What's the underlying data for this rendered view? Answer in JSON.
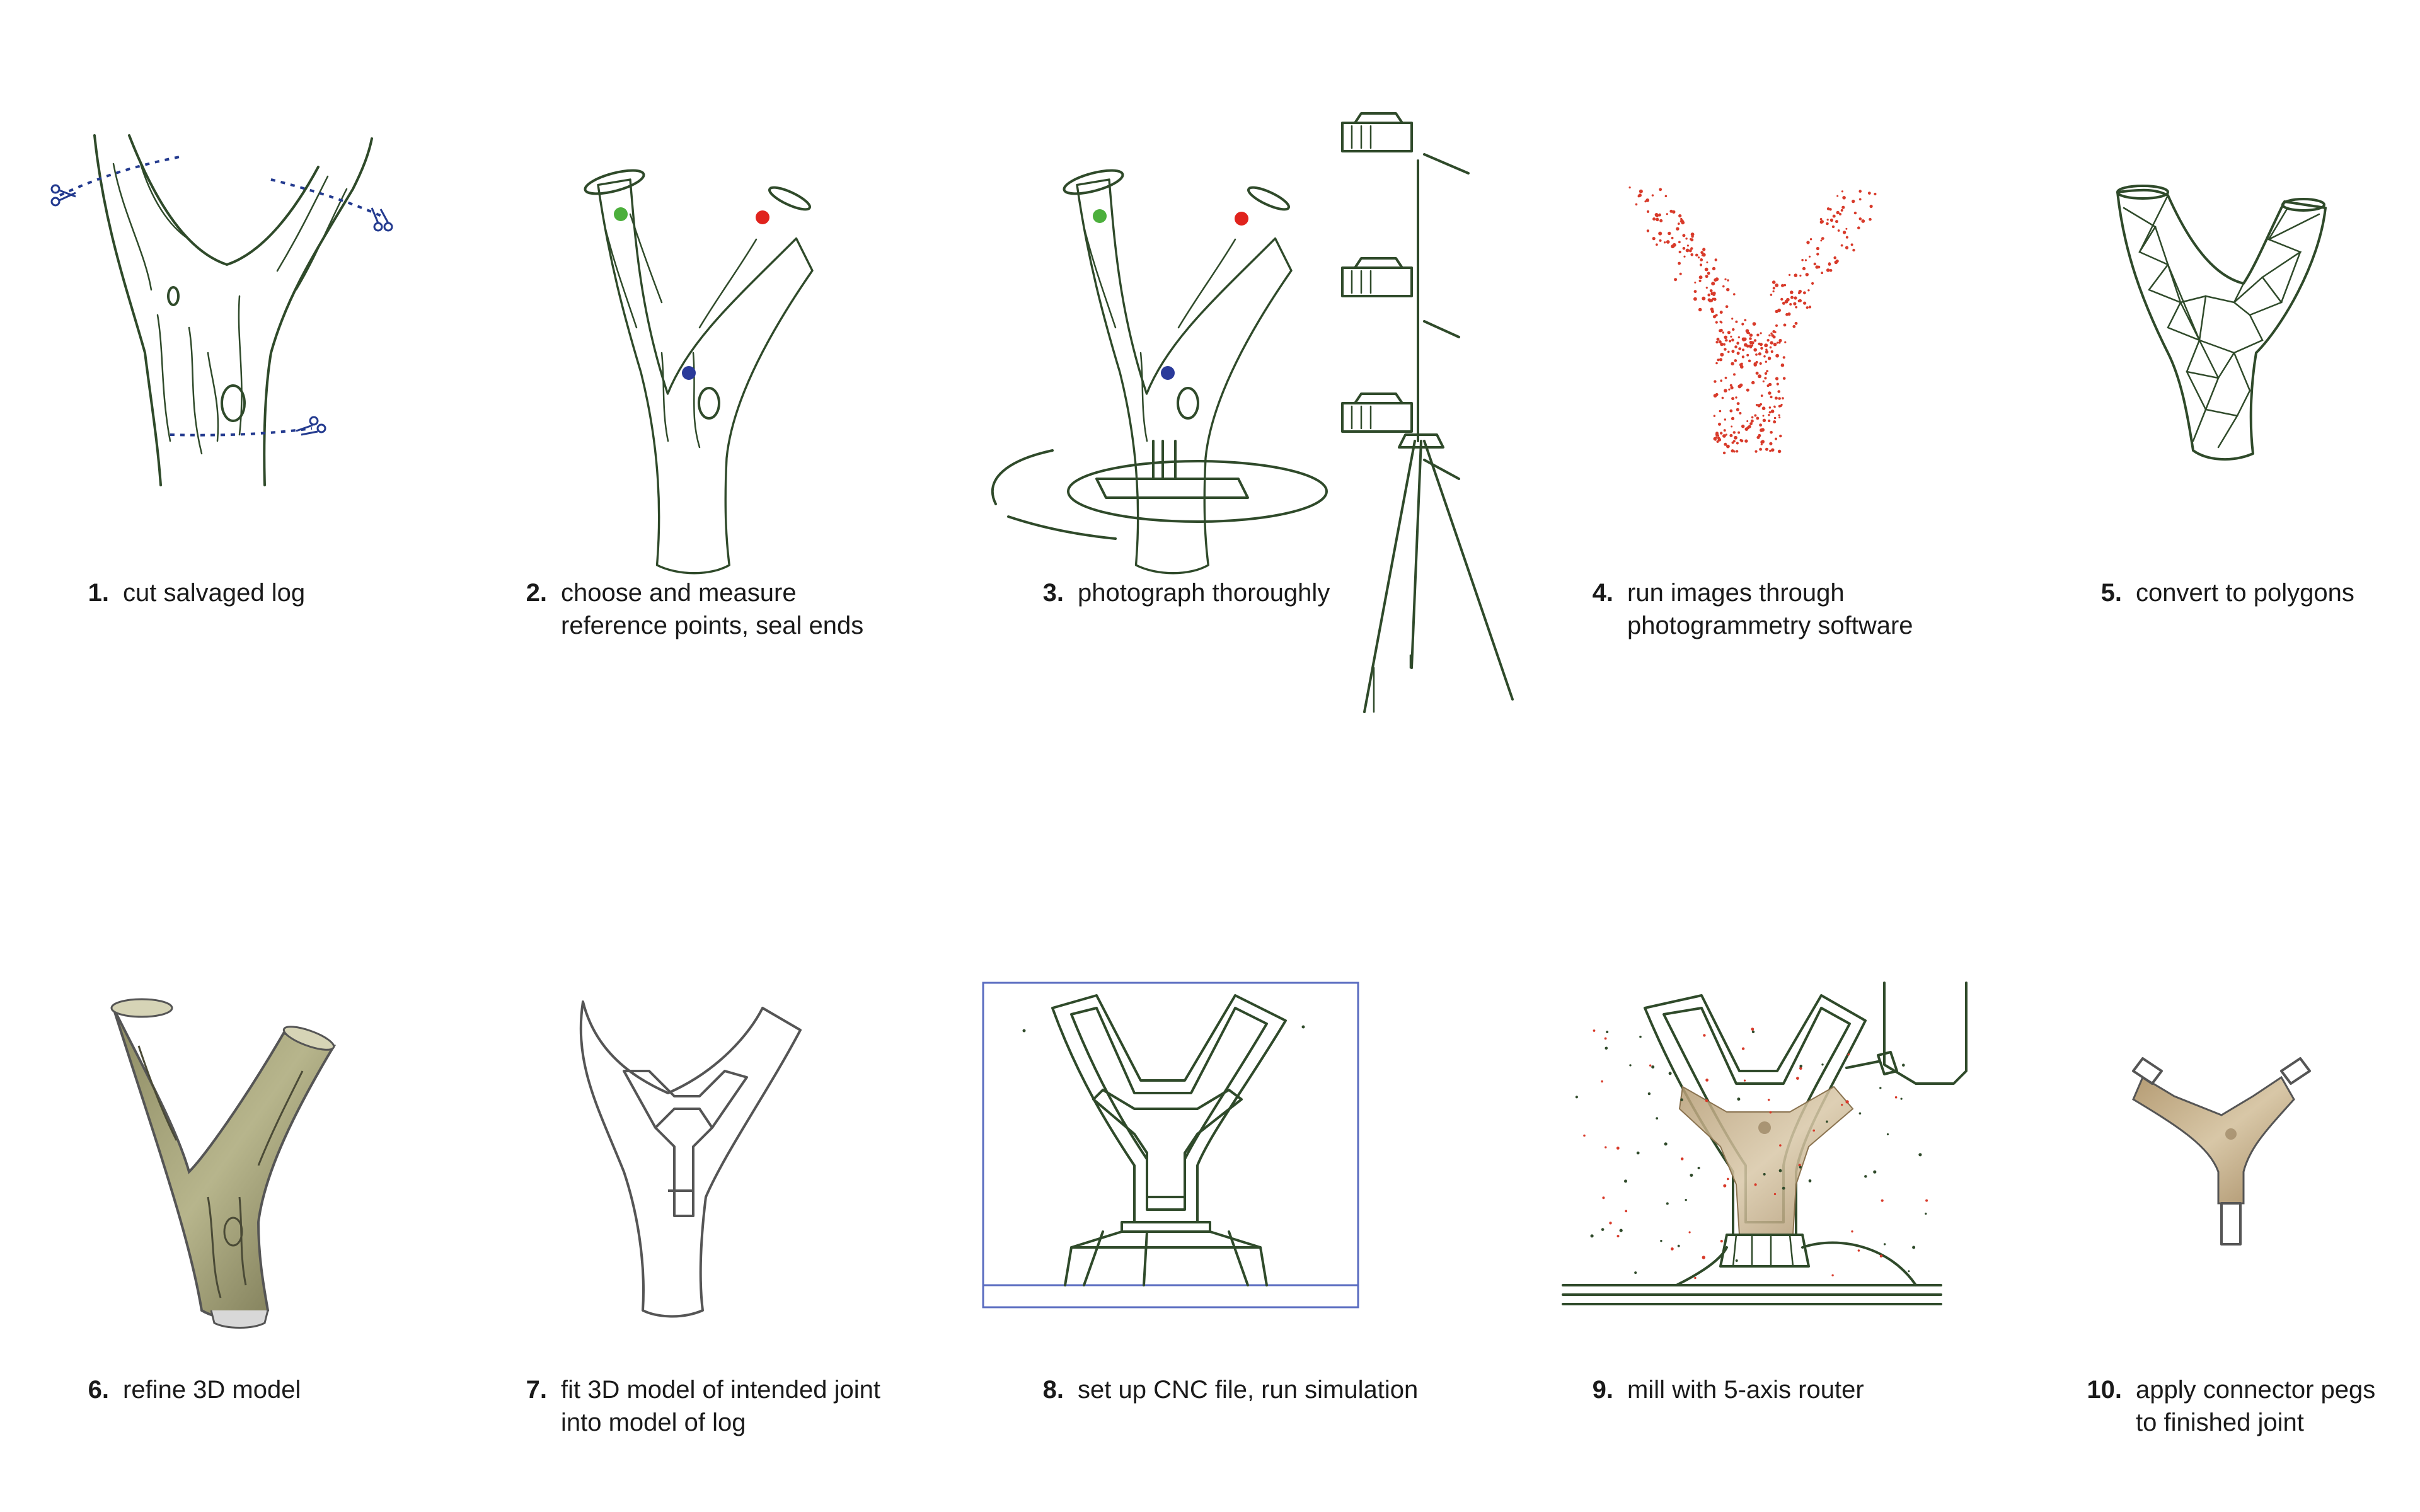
{
  "steps": [
    {
      "num": "1.",
      "lines": [
        "cut salvaged log"
      ]
    },
    {
      "num": "2.",
      "lines": [
        "choose and measure",
        "reference points, seal ends"
      ]
    },
    {
      "num": "3.",
      "lines": [
        "photograph thoroughly"
      ]
    },
    {
      "num": "4.",
      "lines": [
        "run images through",
        "photogrammetry software"
      ]
    },
    {
      "num": "5.",
      "lines": [
        "convert to polygons"
      ]
    },
    {
      "num": "6.",
      "lines": [
        "refine 3D model"
      ]
    },
    {
      "num": "7.",
      "lines": [
        "fit 3D model of intended joint",
        "into model of log"
      ]
    },
    {
      "num": "8.",
      "lines": [
        "set up CNC file, run simulation"
      ]
    },
    {
      "num": "9.",
      "lines": [
        "mill with 5-axis router"
      ]
    },
    {
      "num": "10.",
      "lines": [
        "apply connector pegs",
        "to finished joint"
      ]
    }
  ],
  "colors": {
    "line": "#2f4a2a",
    "cut_line": "#233a8f",
    "ref_green": "#4caf3c",
    "ref_red": "#e0231d",
    "ref_blue": "#2a3a9a",
    "point_cloud": "#d83a2a",
    "wood": "#c9b48e",
    "frame": "#5a6cc0"
  }
}
